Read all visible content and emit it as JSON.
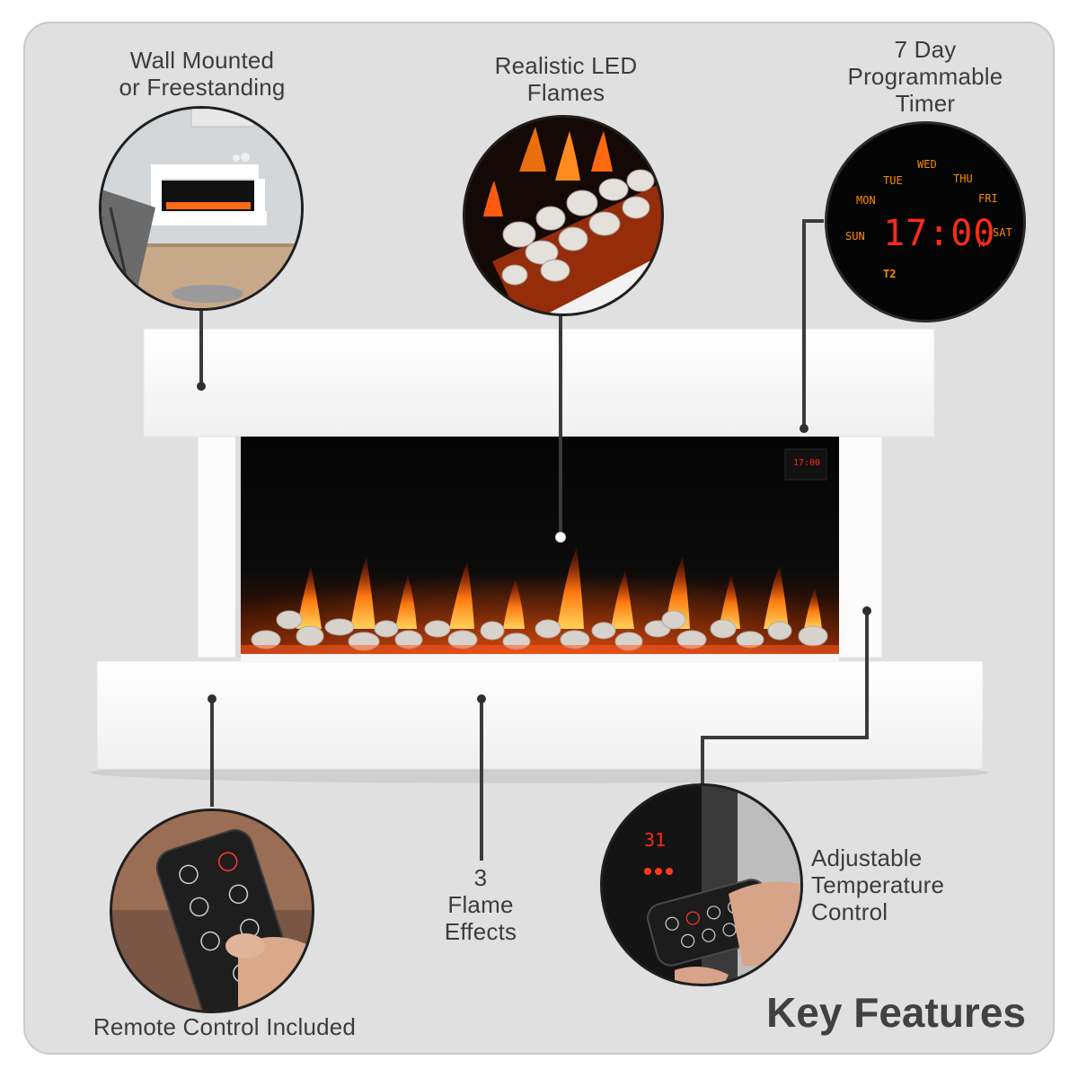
{
  "features": {
    "wall_mounted": [
      "Wall Mounted",
      "or Freestanding"
    ],
    "led_flames": [
      "Realistic LED",
      "Flames"
    ],
    "timer": [
      "7 Day",
      "Programmable",
      "Timer"
    ],
    "flame_effects": [
      "3",
      "Flame",
      "Effects"
    ],
    "temperature": [
      "Adjustable",
      "Temperature",
      "Control"
    ],
    "remote": [
      "Remote Control Included"
    ]
  },
  "heading": "Key Features",
  "timer_display": {
    "days": [
      "MON",
      "TUE",
      "WED",
      "THU",
      "FRI",
      "SAT",
      "SUN"
    ],
    "time": "17:00",
    "suffix": "H",
    "program": "T2"
  },
  "mini_display": {
    "time": "17:00"
  },
  "temp_display": {
    "value": "31"
  },
  "colors": {
    "panel": "#e0e0e0",
    "text": "#3c3c3c",
    "led_red": "#ff2a1a",
    "led_amber": "#ff8a00",
    "flame": "#ff7a10"
  }
}
